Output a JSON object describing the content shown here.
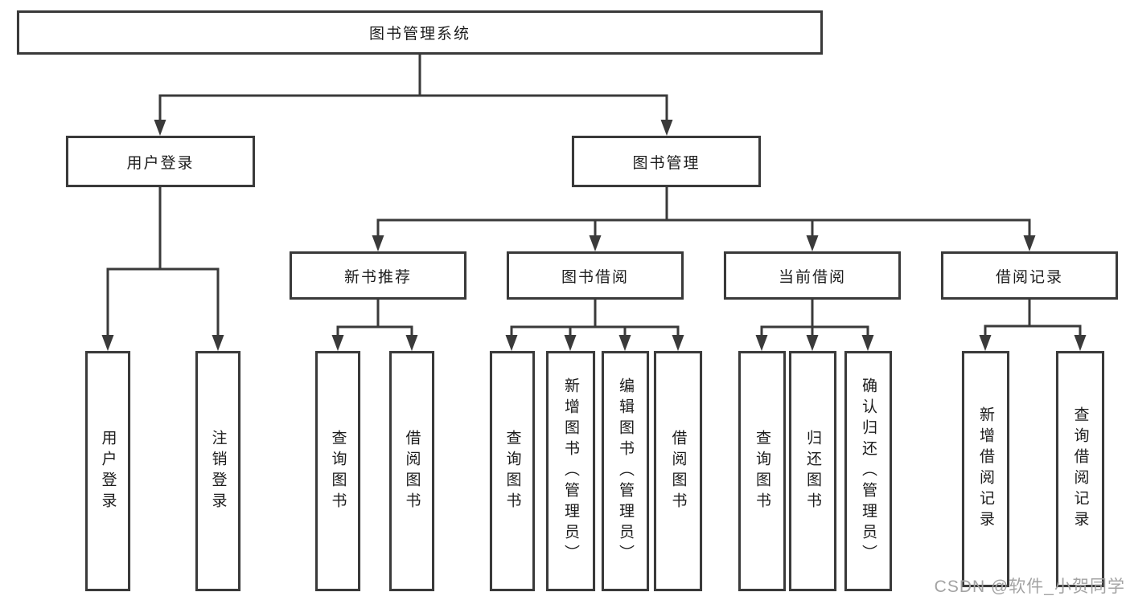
{
  "tree": {
    "label": "图书管理系统",
    "children": [
      {
        "label": "用户登录",
        "children": [
          {
            "label": "用户登录"
          },
          {
            "label": "注销登录"
          }
        ]
      },
      {
        "label": "图书管理",
        "children": [
          {
            "label": "新书推荐",
            "children": [
              {
                "label": "查询图书"
              },
              {
                "label": "借阅图书"
              }
            ]
          },
          {
            "label": "图书借阅",
            "children": [
              {
                "label": "查询图书"
              },
              {
                "label": "新增图书（管理员）"
              },
              {
                "label": "编辑图书（管理员）"
              },
              {
                "label": "借阅图书"
              }
            ]
          },
          {
            "label": "当前借阅",
            "children": [
              {
                "label": "查询图书"
              },
              {
                "label": "归还图书"
              },
              {
                "label": "确认归还（管理员）"
              }
            ]
          },
          {
            "label": "借阅记录",
            "children": [
              {
                "label": "新增借阅记录"
              },
              {
                "label": "查询借阅记录"
              }
            ]
          }
        ]
      }
    ]
  },
  "watermark": {
    "text": "CSDN @软件_小贺同学"
  },
  "colors": {
    "line": "#3a3a3a",
    "text": "#1c1c1c",
    "watermark": "#a3a3a3",
    "background": "#ffffff"
  }
}
